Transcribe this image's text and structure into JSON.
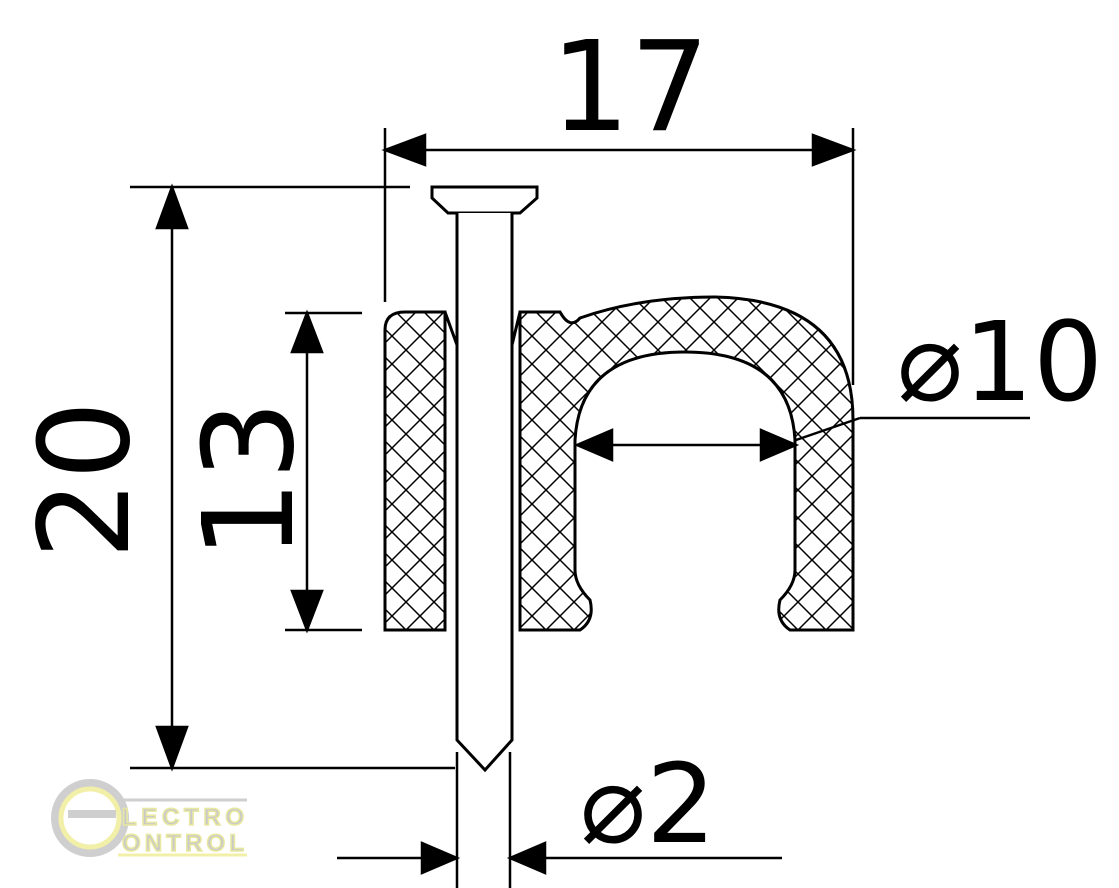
{
  "drawing": {
    "width_label": "17",
    "height_label": "20",
    "clip_height_label": "13",
    "cable_diameter_label": "⌀10",
    "nail_diameter_label": "⌀2"
  },
  "logo": {
    "letter": "e",
    "line1": "LECTRO",
    "line2": "ONTROL"
  },
  "colors": {
    "line": "#000000",
    "logo_gray": "#c9c9c9",
    "logo_yellow": "#f2f0a8"
  }
}
